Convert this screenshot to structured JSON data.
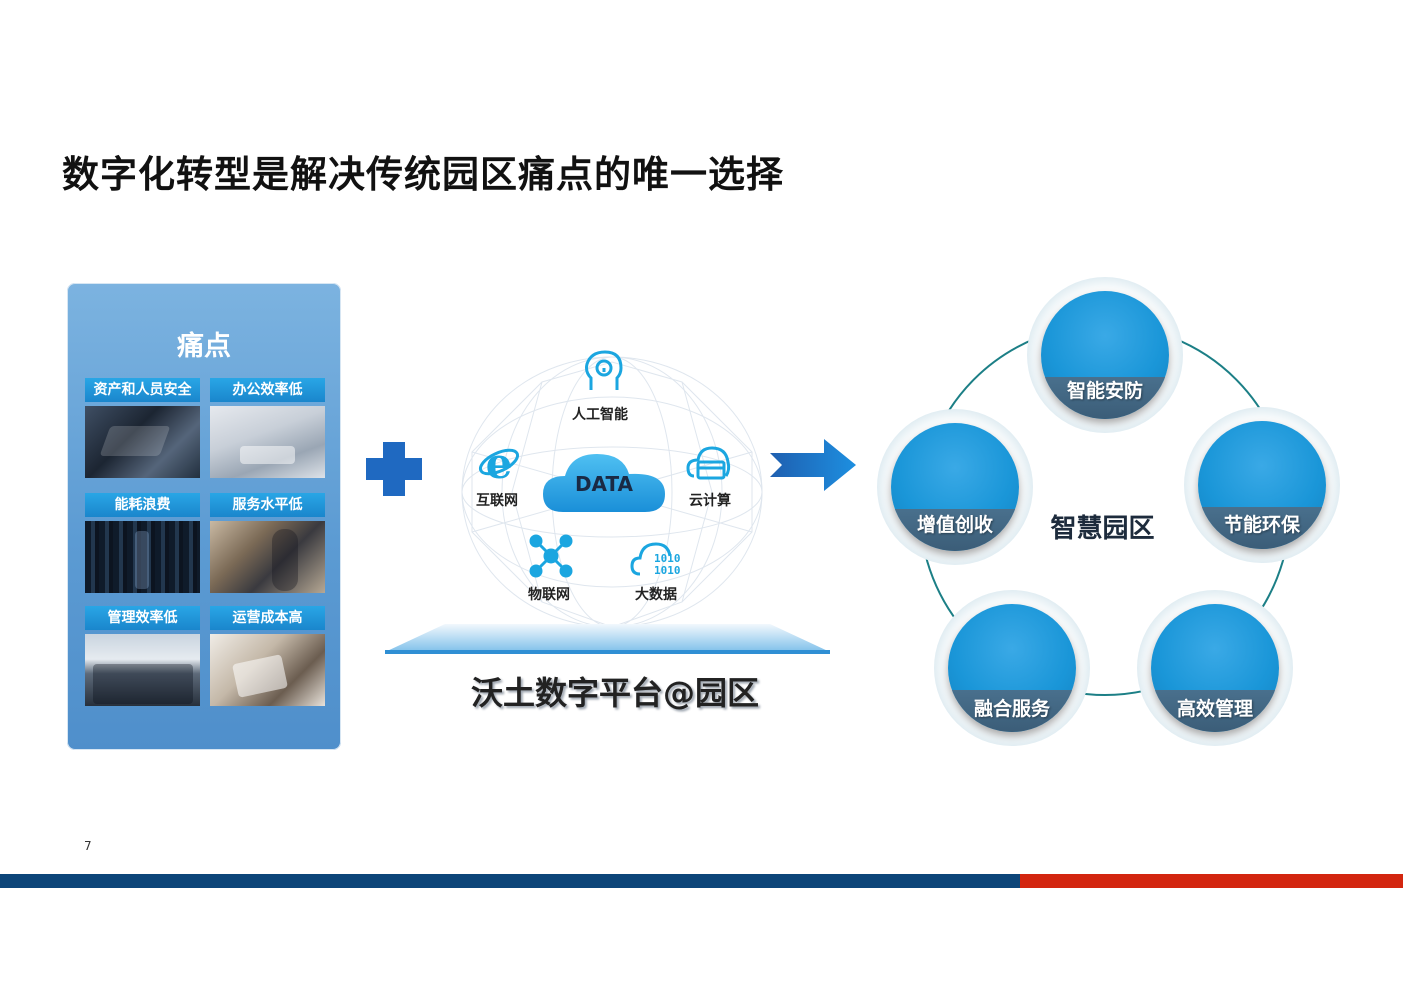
{
  "title": "数字化转型是解决传统园区痛点的唯一选择",
  "pain_points": {
    "heading": "痛点",
    "items": [
      {
        "label": "资产和人员安全"
      },
      {
        "label": "办公效率低"
      },
      {
        "label": "能耗浪费"
      },
      {
        "label": "服务水平低"
      },
      {
        "label": "管理效率低"
      },
      {
        "label": "运营成本高"
      }
    ]
  },
  "platform": {
    "center": "DATA",
    "technologies": [
      {
        "label": "人工智能",
        "icon": "ai-head-icon"
      },
      {
        "label": "互联网",
        "icon": "internet-e-icon"
      },
      {
        "label": "云计算",
        "icon": "cloud-computing-icon"
      },
      {
        "label": "物联网",
        "icon": "iot-network-icon"
      },
      {
        "label": "大数据",
        "icon": "big-data-icon"
      }
    ],
    "name": "沃土数字平台@园区"
  },
  "smart_park": {
    "center": "智慧园区",
    "nodes": [
      {
        "label": "智能安防"
      },
      {
        "label": "节能环保"
      },
      {
        "label": "高效管理"
      },
      {
        "label": "融合服务"
      },
      {
        "label": "增值创收"
      }
    ]
  },
  "colors": {
    "accent_blue": "#1f69c1",
    "footer_blue": "#0d4579",
    "footer_red": "#d3260f",
    "node_blue": "#1a96d8"
  },
  "page_number": "7"
}
